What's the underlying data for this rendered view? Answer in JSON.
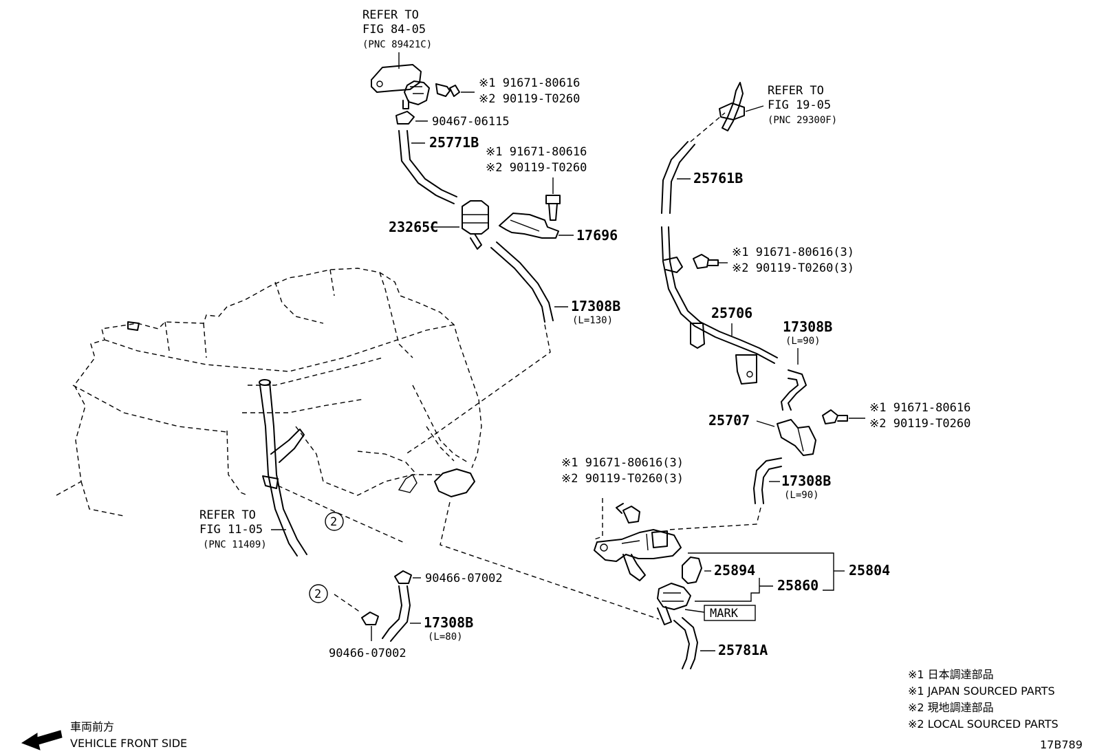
{
  "refs": {
    "fig84": {
      "line1": "REFER TO",
      "line2": "FIG 84-05",
      "line3": "(PNC 89421C)"
    },
    "fig19": {
      "line1": "REFER TO",
      "line2": "FIG 19-05",
      "line3": "(PNC 29300F)"
    },
    "fig11": {
      "line1": "REFER TO",
      "line2": "FIG 11-05",
      "line3": "(PNC 11409)"
    }
  },
  "callouts": {
    "bolt_a": {
      "l1": "※1 91671-80616",
      "l2": "※2 90119-T0260"
    },
    "bolt_b": {
      "l1": "※1 91671-80616",
      "l2": "※2 90119-T0260"
    },
    "bolt_c": {
      "l1": "※1 91671-80616(3)",
      "l2": "※2 90119-T0260(3)"
    },
    "bolt_d": {
      "l1": "※1 91671-80616",
      "l2": "※2 90119-T0260"
    },
    "bolt_e": {
      "l1": "※1 91671-80616(3)",
      "l2": "※2 90119-T0260(3)"
    }
  },
  "parts": {
    "p90467": "90467-06115",
    "p25771b": "25771B",
    "p23265c": "23265C",
    "p17696": "17696",
    "p17308b_130": "17308B",
    "len_130": "(L=130)",
    "p25761b": "25761B",
    "p25706": "25706",
    "p17308b_90a": "17308B",
    "len_90a": "(L=90)",
    "p25707": "25707",
    "p17308b_90b": "17308B",
    "len_90b": "(L=90)",
    "p25894": "25894",
    "p25860": "25860",
    "p25804": "25804",
    "mark": "MARK",
    "p25781a": "25781A",
    "p90466_top": "90466-07002",
    "p17308b_80": "17308B",
    "len_80": "(L=80)",
    "p90466_bot": "90466-07002",
    "circle2": "2"
  },
  "legend": {
    "l1": "※1 日本調達部品",
    "l2": "※1 JAPAN SOURCED PARTS",
    "l3": "※2 現地調達部品",
    "l4": "※2 LOCAL SOURCED PARTS"
  },
  "front": {
    "jp": "車両前方",
    "en": "VEHICLE FRONT SIDE"
  },
  "code": "17B789"
}
